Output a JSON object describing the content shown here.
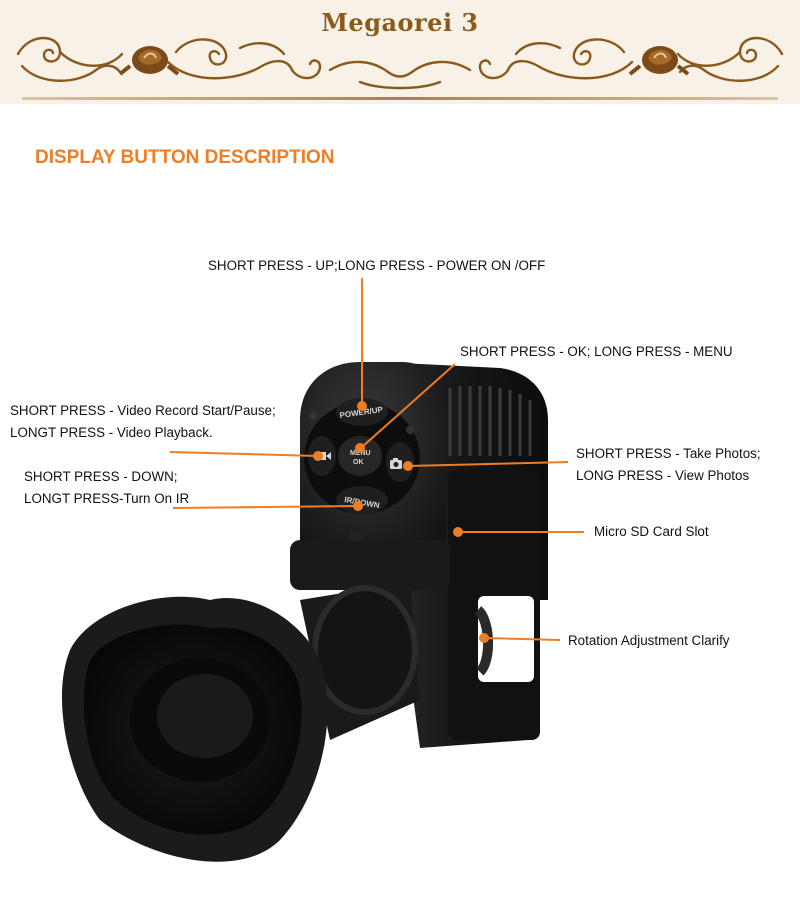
{
  "brand": {
    "title": "Megaorei 3"
  },
  "heading": "DISPLAY BUTTON DESCRIPTION",
  "callouts": {
    "power_up": "SHORT PRESS - UP;LONG PRESS - POWER ON /OFF",
    "menu_ok": "SHORT PRESS - OK; LONG PRESS - MENU",
    "video": [
      "SHORT PRESS - Video Record Start/Pause;",
      "LONGT PRESS - Video Playback."
    ],
    "photo": [
      "SHORT PRESS - Take Photos;",
      "LONG PRESS - View Photos"
    ],
    "down": [
      "SHORT PRESS - DOWN;",
      "LONGT PRESS-Turn On IR"
    ],
    "sd_slot": "Micro SD Card Slot",
    "rotation": "Rotation Adjustment Clarify"
  },
  "device_buttons": {
    "power_up": "POWER/UP",
    "menu": "MENU",
    "ok": "OK",
    "ir_down": "IR/DOWN"
  },
  "colors": {
    "accent": "#ef7d23",
    "banner_bg": "#f8f1e7",
    "ornament": "#8a5a1c",
    "device_body": "#1b1b1b"
  },
  "icons": [
    "rose-ornament-icon",
    "video-camera-icon",
    "camera-icon"
  ]
}
